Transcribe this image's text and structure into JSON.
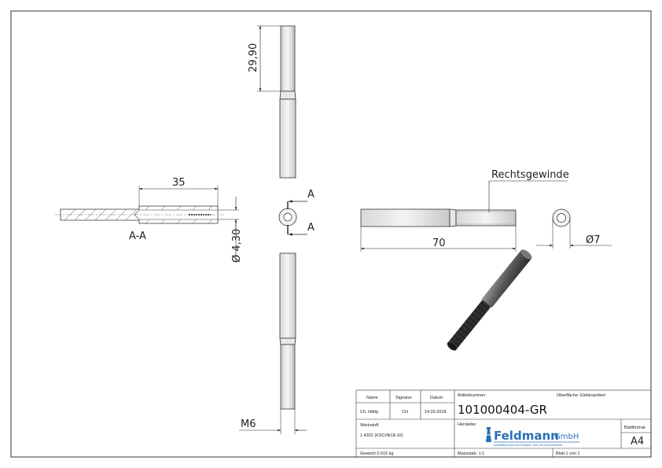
{
  "dimensions": {
    "thread_length": "29,90",
    "section_depth": "35",
    "bore_diameter": "Ø 4,30",
    "total_length": "70",
    "outer_diameter": "Ø7",
    "thread_size": "M6",
    "section_label": "A-A",
    "cut_mark_top": "A",
    "cut_mark_bottom": "A",
    "thread_note": "Rechtsgewinde"
  },
  "title_block": {
    "name_header": "Name",
    "signature_header": "Signatur",
    "date_header": "Datum",
    "name_value": "Ch. Häfig",
    "signature_value": "CH",
    "date_value": "14.03.2018",
    "material_label": "Werkstoff:",
    "material_value": "1.4301 (KSCrNi18-10)",
    "weight_label": "Gewicht 0.015 kg",
    "article_label": "Artikelnummer",
    "article_number": "101000404-GR",
    "surface_label": "Oberfläche: Elektropoliert",
    "manufacturer_label": "Hersteller",
    "logo_text": "Feldmann",
    "logo_suffix": "GmbH",
    "logo_tagline": "Qualitätsprodukte aus Edelstahl, Glas und Sonderbauteile",
    "scale_label": "Massstab: 1:1",
    "sheet_label": "Blatt 1 von 1",
    "format_label": "Blattformat",
    "format_value": "A4"
  },
  "colors": {
    "line": "#222222",
    "logo_blue": "#2a6fb5",
    "part_dark": "#3a3a3a"
  }
}
